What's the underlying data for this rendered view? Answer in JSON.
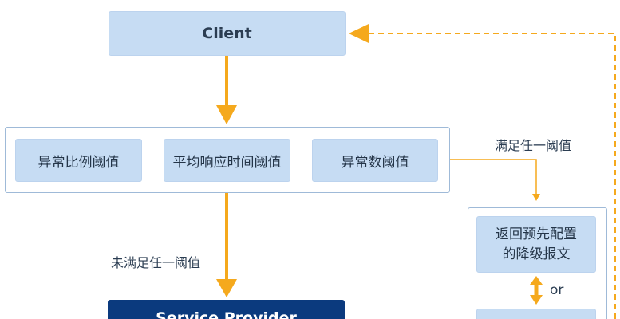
{
  "client": {
    "label": "Client"
  },
  "thresholds": [
    {
      "label": "异常比例阈值"
    },
    {
      "label": "平均响应时间阈值"
    },
    {
      "label": "异常数阈值"
    }
  ],
  "provider": {
    "label": "Service Provider"
  },
  "edges": {
    "not_met_label": "未满足任一阈值",
    "met_label": "满足任一阈值"
  },
  "fallback": {
    "line1": "返回预先配置",
    "line2": "的降级报文",
    "or_label": "or"
  },
  "colors": {
    "node_fill": "#c6dcf3",
    "arrow": "#f5a91d",
    "provider_fill": "#0b3a7e",
    "group_border": "#9fbad8"
  }
}
